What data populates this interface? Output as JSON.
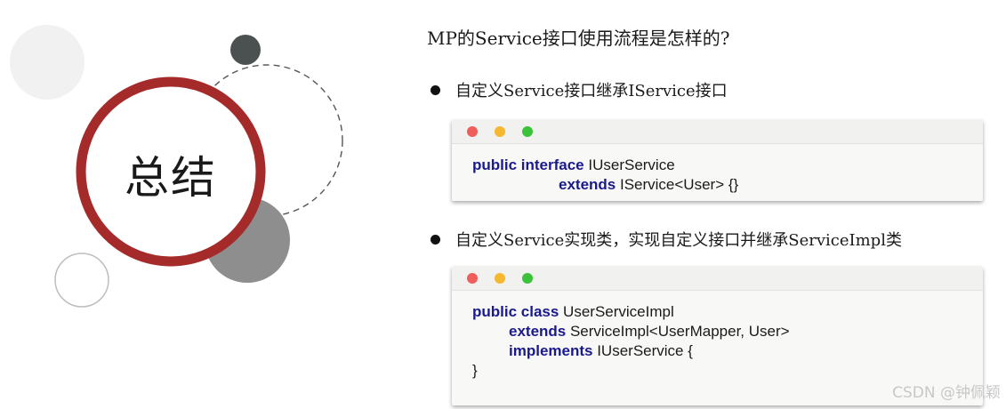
{
  "summary_title": "总结",
  "question": "MP的Service接口使用流程是怎样的?",
  "bullets": [
    {
      "text": "自定义Service接口继承IService接口",
      "code": [
        {
          "indent": 0,
          "keyword": "public interface",
          "rest": " IUserService"
        },
        {
          "indent": 1,
          "keyword": "extends",
          "rest": " IService<User> {}"
        }
      ]
    },
    {
      "text": "自定义Service实现类，实现自定义接口并继承ServiceImpl类",
      "code": [
        {
          "indent": 0,
          "keyword": "public class",
          "rest": " UserServiceImpl"
        },
        {
          "indent": 2,
          "keyword": "extends",
          "rest": " ServiceImpl<UserMapper, User>"
        },
        {
          "indent": 2,
          "keyword": "implements",
          "rest": " IUserService {"
        },
        {
          "indent": 0,
          "keyword": "",
          "rest": "}"
        }
      ]
    }
  ],
  "window_dots": [
    "#ee5f5b",
    "#f5b82e",
    "#3cc13b"
  ],
  "accent_color": "#a52a2a",
  "watermark": "CSDN @钟佩颖"
}
